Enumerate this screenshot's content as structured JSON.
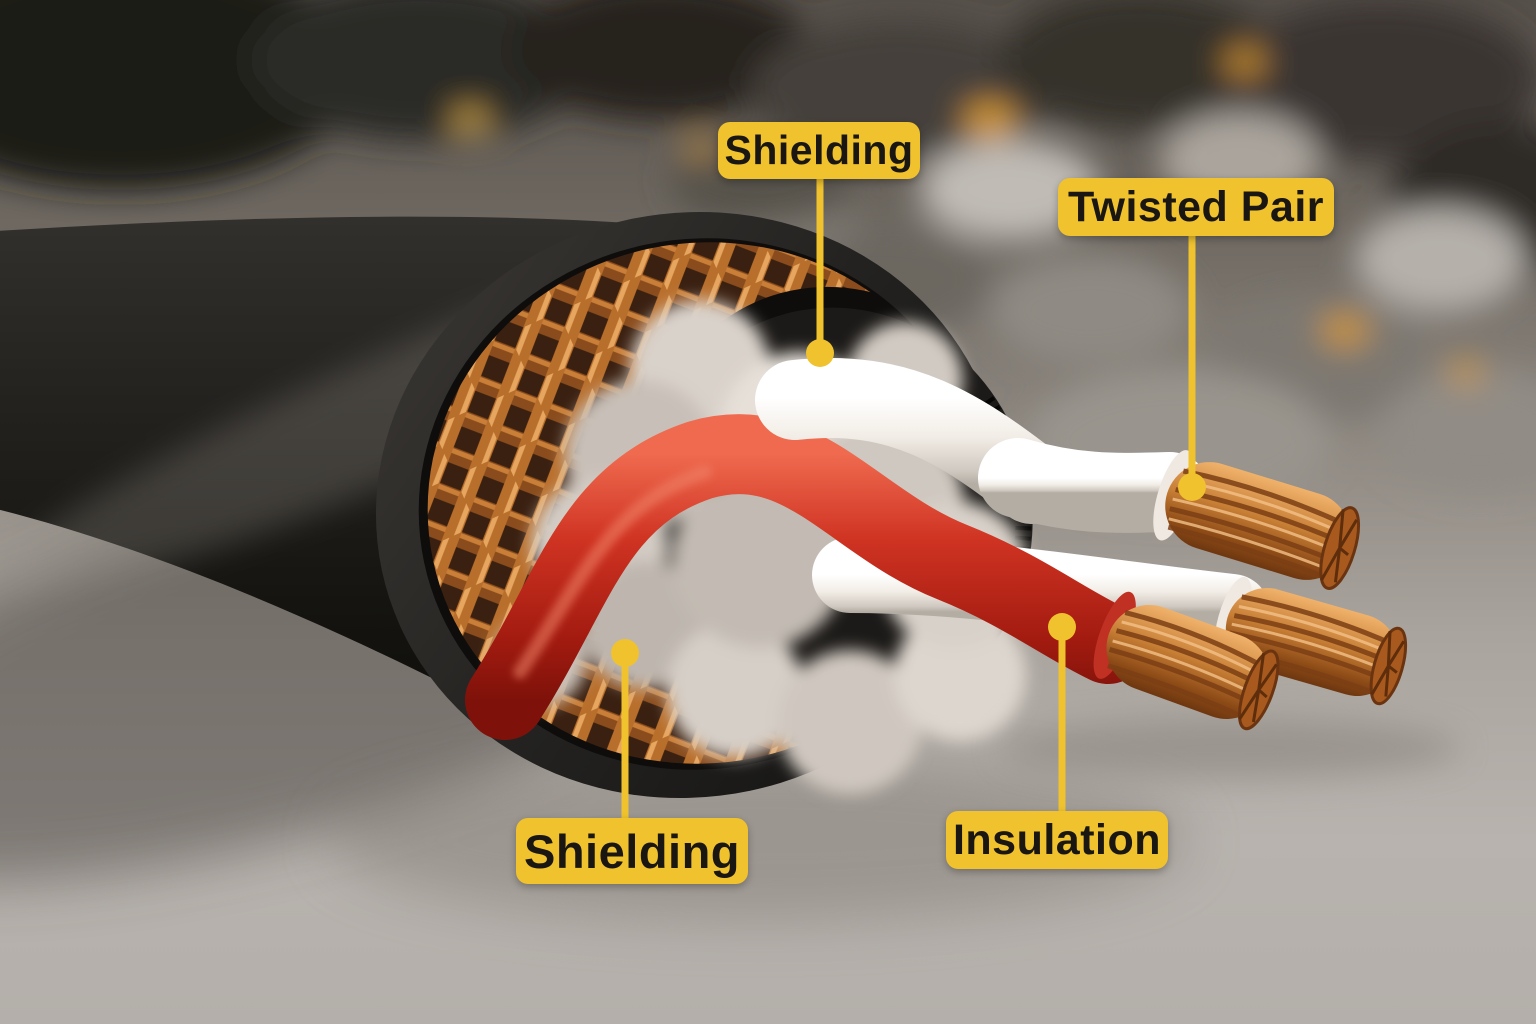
{
  "figure": {
    "type": "labeled-cable-cutaway-illustration",
    "subject": "shielded twisted-pair cable cross-section",
    "callouts": [
      {
        "id": "shielding-top",
        "label": "Shielding"
      },
      {
        "id": "twisted-pair",
        "label": "Twisted Pair"
      },
      {
        "id": "shielding-bottom",
        "label": "Shielding"
      },
      {
        "id": "insulation",
        "label": "Insulation"
      }
    ],
    "colors": {
      "callout_bg": "#efc22e",
      "callout_text": "#1a1611",
      "leader": "#efc22e",
      "jacket_black": "#17150f",
      "copper_braid": "#c07a3a",
      "red_wire": "#b42a1d",
      "white_wire": "#f2ede7",
      "filler_fluff": "#d8d1c9",
      "background_top": "#56504a",
      "background_floor": "#b4afaa"
    }
  }
}
